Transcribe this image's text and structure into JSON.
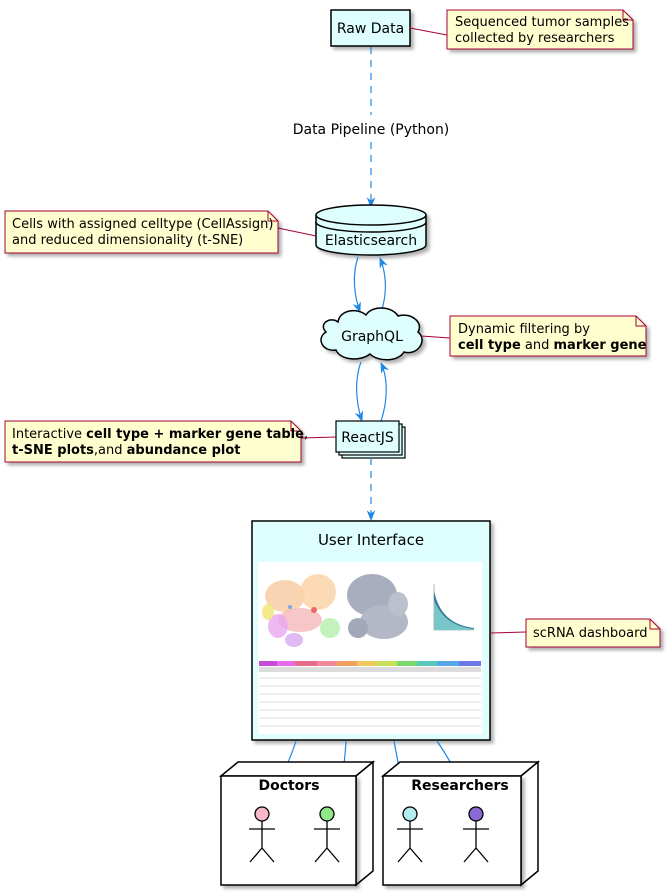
{
  "nodes": {
    "raw_data": "Raw Data",
    "pipeline": "Data Pipeline (Python)",
    "elasticsearch": "Elasticsearch",
    "graphql": "GraphQL",
    "reactjs": "ReactJS",
    "user_interface": "User Interface",
    "doctors": "Doctors",
    "researchers": "Researchers"
  },
  "notes": {
    "raw_data": [
      "Sequenced tumor samples",
      "collected by researchers"
    ],
    "elasticsearch": [
      "Cells with assigned celltype (CellAssign)",
      "and reduced dimensionality (t-SNE)"
    ],
    "graphql": {
      "line1": "Dynamic filtering by",
      "b1": "cell type",
      "mid": " and ",
      "b2": "marker gene"
    },
    "reactjs": {
      "pre": "Interactive ",
      "b1": "cell type + marker gene table",
      "comma": ",",
      "b2": "t-SNE plots",
      "mid": ",and ",
      "b3": "abundance plot"
    },
    "dashboard": "scRNA dashboard"
  },
  "colors": {
    "node_fill": "#dfffff",
    "node_stroke": "#000000",
    "note_fill": "#fefece",
    "note_stroke": "#a80036",
    "arrow": "#1e88e5",
    "actor_pink": "#f9b8c8",
    "actor_green": "#8fe98a",
    "actor_cyan": "#b2ecec",
    "actor_purple": "#8a68d6"
  }
}
